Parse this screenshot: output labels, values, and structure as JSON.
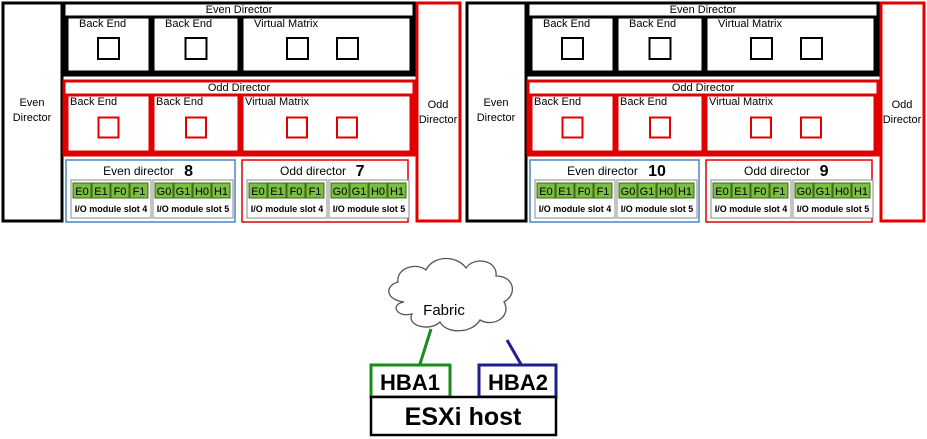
{
  "colors": {
    "black": "#000000",
    "red": "#e00000",
    "blue": "#4a86c8",
    "port_green": "#7cbd44",
    "hba1": "#1a8c1a",
    "hba2": "#1f1f8c"
  },
  "engines": [
    {
      "left_label": "Even Director",
      "right_label": "Odd Director",
      "top_director": {
        "title": "Even Director",
        "back_end_1": "Back End",
        "back_end_2": "Back End",
        "virtual_matrix": "Virtual Matrix"
      },
      "bottom_director": {
        "title": "Odd Director",
        "back_end_1": "Back End",
        "back_end_2": "Back End",
        "virtual_matrix": "Virtual Matrix"
      },
      "io_even": {
        "label": "Even director",
        "number": "8",
        "ports_slot4": [
          "E0",
          "E1",
          "F0",
          "F1"
        ],
        "ports_slot5": [
          "G0",
          "G1",
          "H0",
          "H1"
        ],
        "slot4": "I/O module slot 4",
        "slot5": "I/O module slot 5"
      },
      "io_odd": {
        "label": "Odd director",
        "number": "7",
        "ports_slot4": [
          "E0",
          "E1",
          "F0",
          "F1"
        ],
        "ports_slot5": [
          "G0",
          "G1",
          "H0",
          "H1"
        ],
        "slot4": "I/O module slot 4",
        "slot5": "I/O module slot 5"
      }
    },
    {
      "left_label": "Even Director",
      "right_label": "Odd Director",
      "top_director": {
        "title": "Even Director",
        "back_end_1": "Back End",
        "back_end_2": "Back End",
        "virtual_matrix": "Virtual Matrix"
      },
      "bottom_director": {
        "title": "Odd Director",
        "back_end_1": "Back End",
        "back_end_2": "Back End",
        "virtual_matrix": "Virtual Matrix"
      },
      "io_even": {
        "label": "Even director",
        "number": "10",
        "ports_slot4": [
          "E0",
          "E1",
          "F0",
          "F1"
        ],
        "ports_slot5": [
          "G0",
          "G1",
          "H0",
          "H1"
        ],
        "slot4": "I/O module slot 4",
        "slot5": "I/O module slot 5"
      },
      "io_odd": {
        "label": "Odd director",
        "number": "9",
        "ports_slot4": [
          "E0",
          "E1",
          "F0",
          "F1"
        ],
        "ports_slot5": [
          "G0",
          "G1",
          "H0",
          "H1"
        ],
        "slot4": "I/O module slot 4",
        "slot5": "I/O module slot 5"
      }
    }
  ],
  "fabric": {
    "label": "Fabric"
  },
  "host": {
    "hba1": "HBA1",
    "hba2": "HBA2",
    "name": "ESXi host"
  }
}
